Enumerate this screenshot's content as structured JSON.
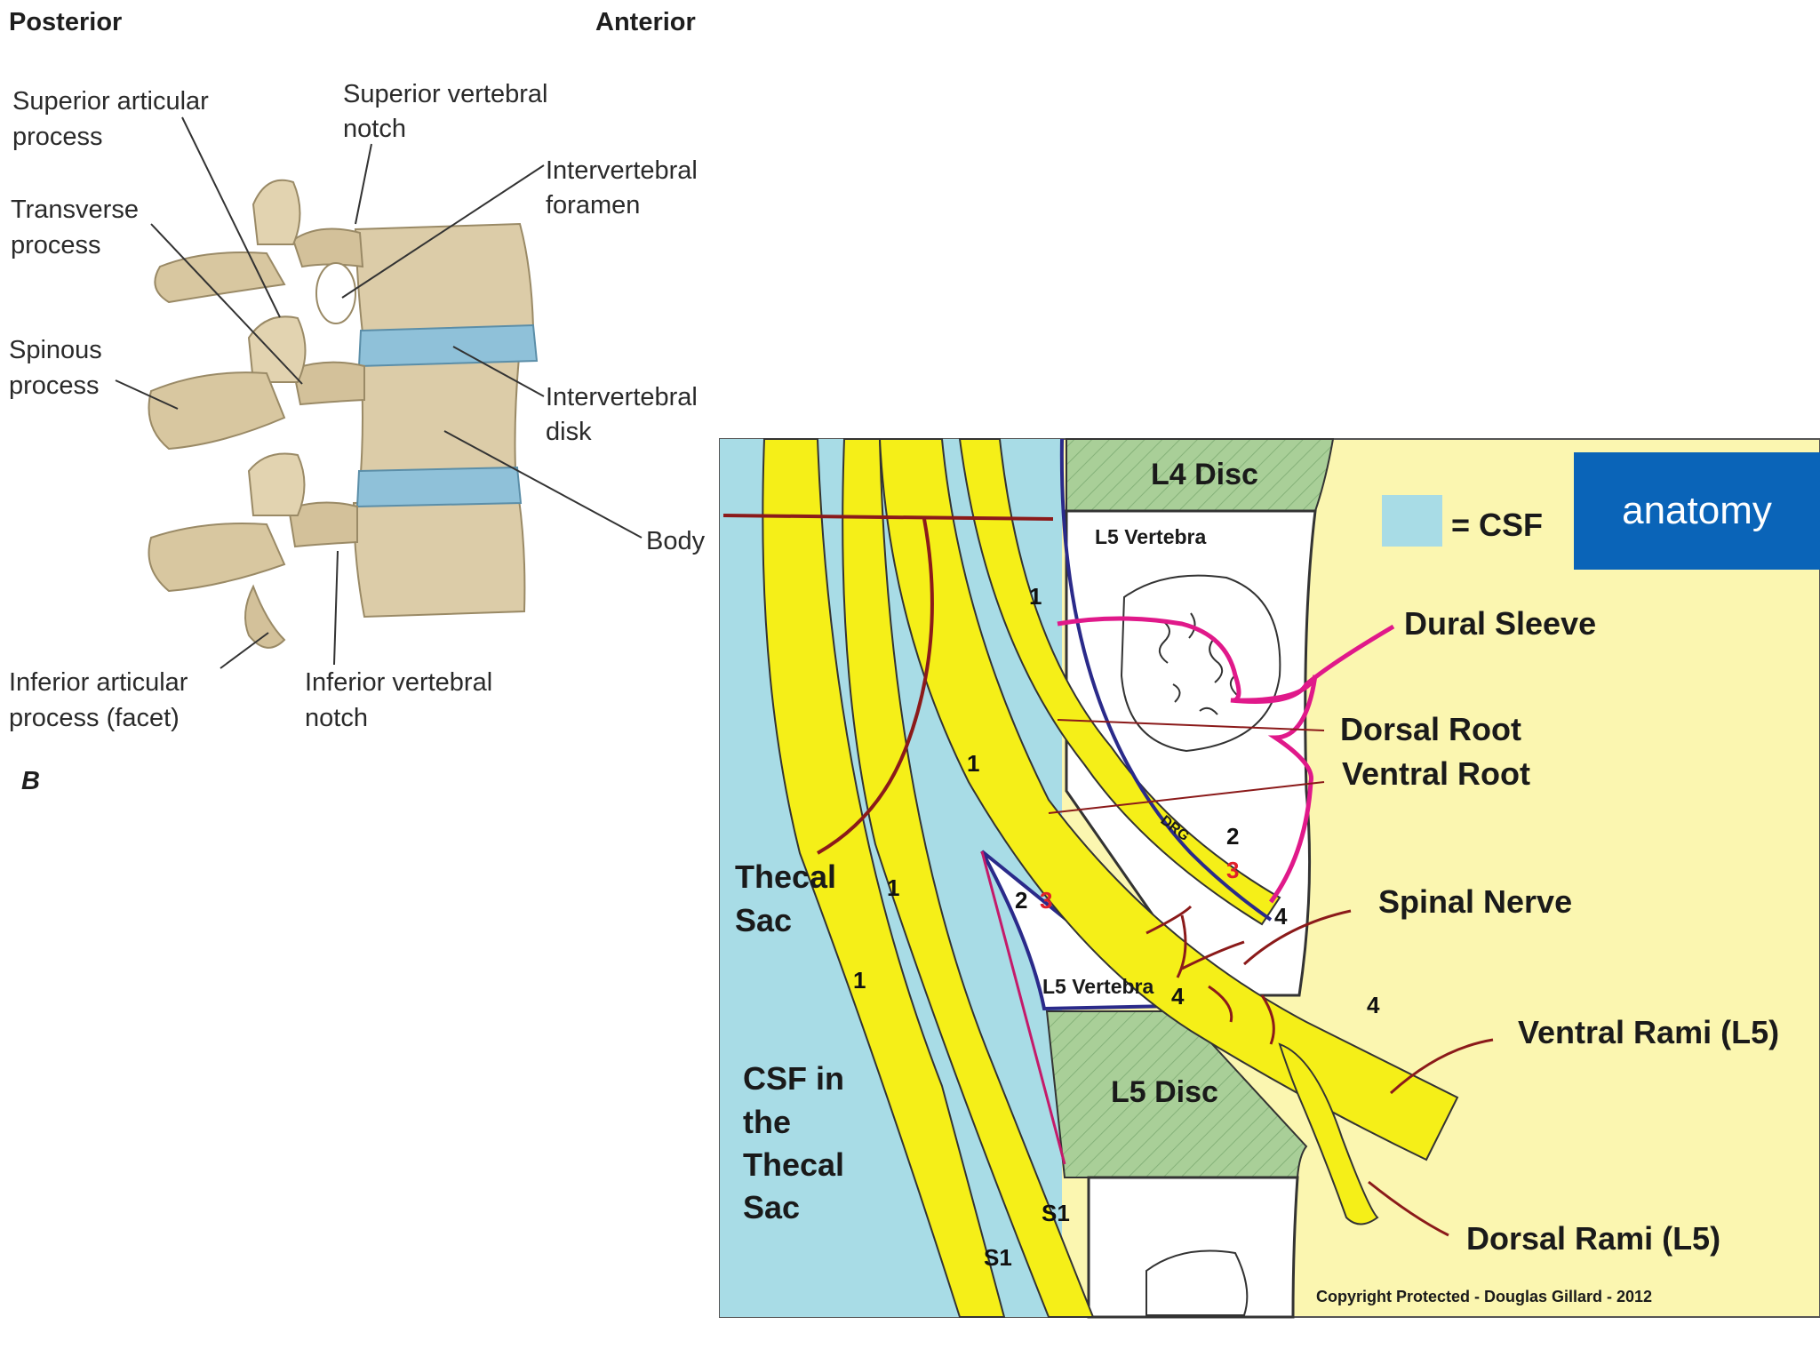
{
  "left_figure": {
    "header_left": "Posterior",
    "header_right": "Anterior",
    "labels": {
      "superior_articular": [
        "Superior articular",
        "process"
      ],
      "superior_notch": [
        "Superior vertebral",
        "notch"
      ],
      "transverse": [
        "Transverse",
        "process"
      ],
      "intervertebral_foramen": [
        "Intervertebral",
        "foramen"
      ],
      "spinous": [
        "Spinous",
        "process"
      ],
      "intervertebral_disk": [
        "Intervertebral",
        "disk"
      ],
      "body": "Body",
      "inferior_articular": [
        "Inferior articular",
        "process (facet)"
      ],
      "inferior_notch": [
        "Inferior vertebral",
        "notch"
      ],
      "panel_letter": "B"
    }
  },
  "right_figure": {
    "l4_disc": "L4 Disc",
    "l5_vertebra_top": "L5 Vertebra",
    "l5_vertebra_mid": "L5 Vertebra",
    "l5_disc": "L5 Disc",
    "legend_text": "= CSF",
    "dural_sleeve": "Dural Sleeve",
    "dorsal_root": "Dorsal Root",
    "ventral_root": "Ventral Root",
    "spinal_nerve": "Spinal Nerve",
    "ventral_rami": "Ventral Rami (L5)",
    "dorsal_rami": "Dorsal Rami (L5)",
    "thecal_sac": [
      "Thecal",
      "Sac"
    ],
    "csf_in_sac": [
      "CSF in",
      "the",
      "Thecal",
      "Sac"
    ],
    "drg": "DRG",
    "copyright": "Copyright Protected - Douglas Gillard - 2012",
    "markers": {
      "one": "1",
      "two": "2",
      "three": "3",
      "four": "4",
      "s1": "S1"
    }
  },
  "badge": {
    "label": "anatomy"
  },
  "colors": {
    "csf_blue": "#a8dce6",
    "nerve_yellow": "#f5ef18",
    "background_yellow": "#fbf6b0",
    "disc_green": "#a9cf98",
    "sleeve_magenta": "#e0198a",
    "leader_red": "#8b1a1a",
    "badge_blue": "#0a64b8",
    "bone_tan": "#dccca8"
  }
}
